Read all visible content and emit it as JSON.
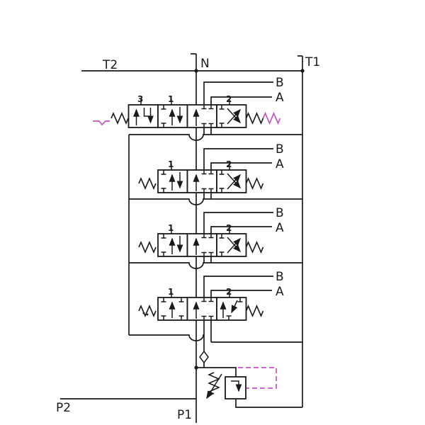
{
  "diagram": {
    "type": "hydraulic-schematic",
    "description": "4-spool open-center monoblock directional control valve block with inlet check valve and adjustable pressure relief valve",
    "port_labels": {
      "t2": "T2",
      "n": "N",
      "t1": "T1",
      "p1": "P1",
      "p2": "P2"
    },
    "valves": [
      {
        "work_port_b": "B",
        "work_port_a": "A",
        "positions": {
          "p3": "3",
          "p1": "1",
          "p2": "2"
        }
      },
      {
        "work_port_b": "B",
        "work_port_a": "A",
        "positions": {
          "p1": "1",
          "p2": "2"
        }
      },
      {
        "work_port_b": "B",
        "work_port_a": "A",
        "positions": {
          "p1": "1",
          "p2": "2"
        }
      },
      {
        "work_port_b": "B",
        "work_port_a": "A",
        "positions": {
          "p1": "1",
          "p2": "2"
        }
      }
    ],
    "components": {
      "relief_valve": "adjustable pressure relief valve",
      "check_valve": "check valve",
      "pilot_line": "pilot line"
    },
    "colors": {
      "line": "#1a1a1a",
      "pilot_magenta": "#c256c2",
      "background": "#ffffff"
    }
  }
}
